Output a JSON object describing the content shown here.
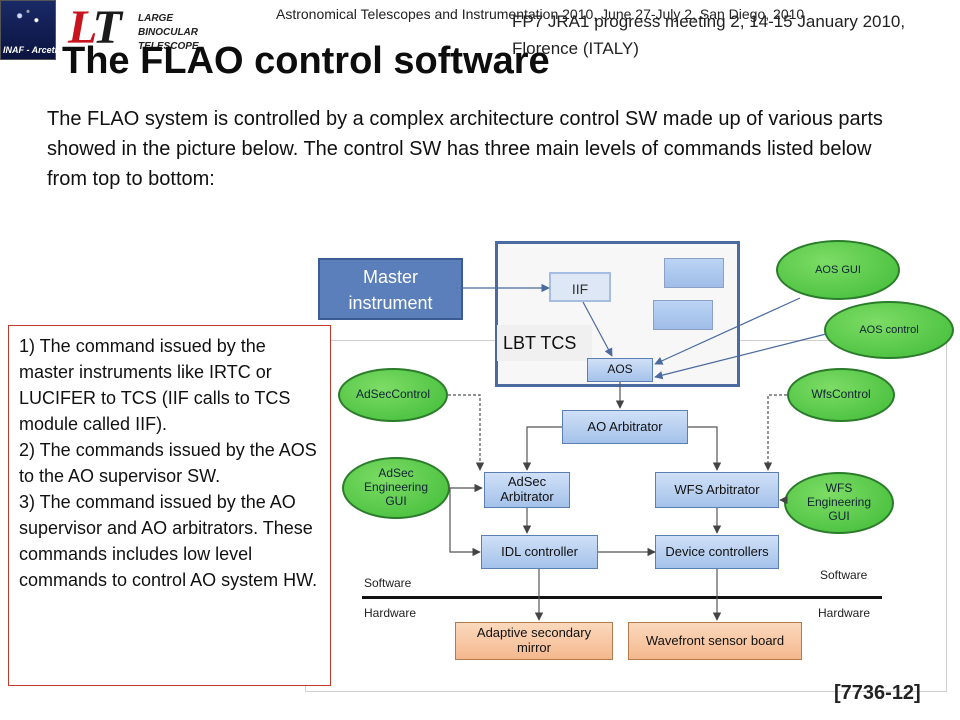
{
  "header": {
    "inaf_logo_text": "INAF - Arcetri",
    "lbt_words": [
      "LARGE",
      "BINOCULAR",
      "TELESCOPE"
    ],
    "conference": "Astronomical Telescopes and Instrumentation 2010, June 27-July 2, San Diego, 2010",
    "meeting": "FP7 JRA1 progress meeting 2, 14-15 January 2010, Florence (ITALY)",
    "title": "The FLAO control software"
  },
  "intro": "The FLAO system is controlled by a complex architecture control SW made up of various parts showed in the picture below. The control SW has three main levels of commands listed below from top to bottom:",
  "diagram": {
    "master": "Master instrument",
    "lbt_tcs": "LBT TCS",
    "iif": "IIF",
    "aos": "AOS",
    "aos_gui": "AOS GUI",
    "aos_control": "AOS control",
    "adsec_control": "AdSecControl",
    "wfs_control": "WfsControl",
    "ao_arbitrator": "AO Arbitrator",
    "adsec_gui": "AdSec Engineering GUI",
    "wfs_gui": "WFS Engineering GUI",
    "adsec_arbitrator": "AdSec Arbitrator",
    "wfs_arbitrator": "WFS Arbitrator",
    "idl_controller": "IDL controller",
    "device_controllers": "Device controllers",
    "software_left": "Software",
    "software_right": "Software",
    "hardware_left": "Hardware",
    "hardware_right": "Hardware",
    "adaptive_mirror": "Adaptive secondary mirror",
    "wfs_board": "Wavefront sensor board",
    "colors": {
      "ellipse_green": "#3fbb37",
      "box_blue": "#a4c2ea",
      "box_orange": "#f4b88d",
      "master_blue": "#5b7fbb",
      "frame_blue": "#4a6aa0"
    }
  },
  "commands": [
    "1) The command issued by the master instruments like IRTC or LUCIFER to TCS (IIF calls to TCS module called IIF).",
    "2) The commands issued by the AOS to the AO supervisor SW.",
    "3) The command issued by the AO supervisor and AO arbitrators. These commands includes low level commands to control AO system HW."
  ],
  "reference": "[7736-12]"
}
